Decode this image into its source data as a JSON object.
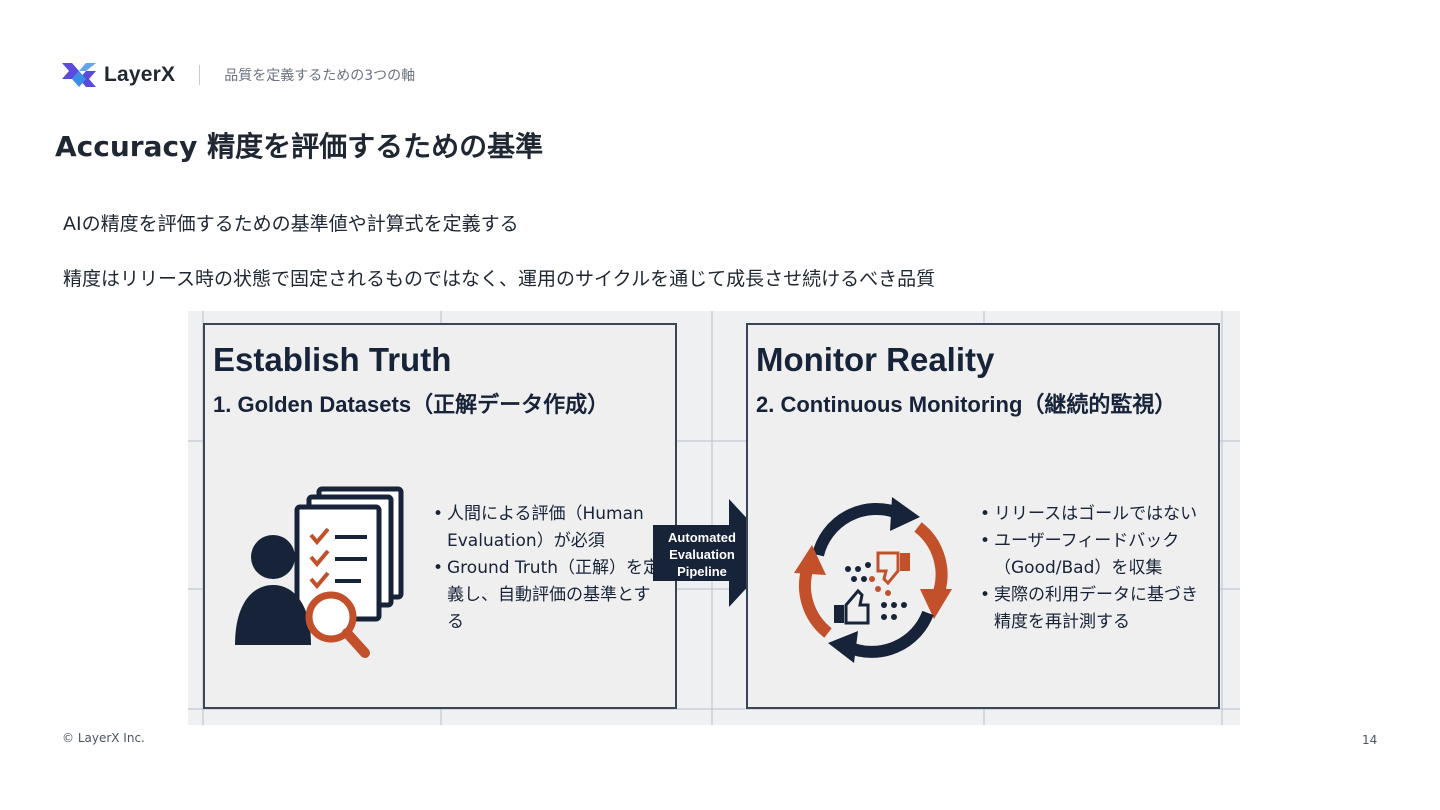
{
  "header": {
    "logo_text": "LayerX",
    "subtitle": "品質を定義するための3つの軸"
  },
  "page_title": "Accuracy 精度を評価するための基準",
  "bullets": [
    "AIの精度を評価するための基準値や計算式を定義する",
    "精度はリリース時の状態で固定されるものではなく、運用のサイクルを通じて成長させ続けるべき品質"
  ],
  "diagram": {
    "left_panel": {
      "title": "Establish Truth",
      "subtitle": "1. Golden Datasets（正解データ作成）",
      "items": [
        "人間による評価（Human Evaluation）が必須",
        "Ground Truth（正解）を定義し、自動評価の基準とする"
      ],
      "icon": "person-documents-magnifier-icon"
    },
    "arrow": {
      "lines": [
        "Automated",
        "Evaluation",
        "Pipeline"
      ]
    },
    "right_panel": {
      "title": "Monitor Reality",
      "subtitle": "2. Continuous Monitoring（継続的監視）",
      "items": [
        "リリースはゴールではない",
        "ユーザーフィードバック（Good/Bad）を収集",
        "実際の利用データに基づき精度を再計測する"
      ],
      "icon": "feedback-cycle-icon"
    },
    "colors": {
      "navy": "#172338",
      "orange": "#c2502b",
      "panel_border": "#3a4556"
    }
  },
  "footer": {
    "copyright": "© LayerX Inc.",
    "page_number": "14"
  }
}
